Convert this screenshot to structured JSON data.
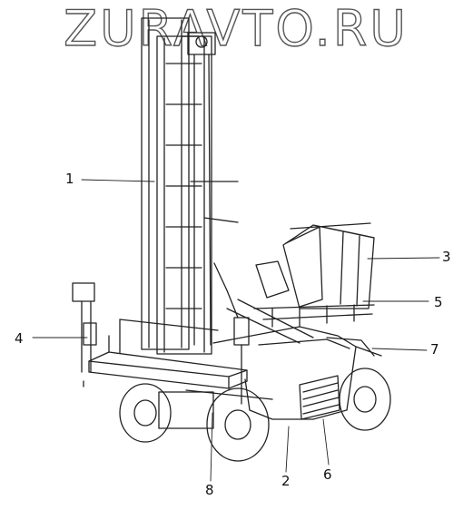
{
  "watermark": {
    "text": "ZURAVTO.RU"
  },
  "callouts": [
    {
      "id": "1",
      "label": "1"
    },
    {
      "id": "2",
      "label": "2"
    },
    {
      "id": "3",
      "label": "3"
    },
    {
      "id": "4",
      "label": "4"
    },
    {
      "id": "5",
      "label": "5"
    },
    {
      "id": "6",
      "label": "6"
    },
    {
      "id": "7",
      "label": "7"
    },
    {
      "id": "8",
      "label": "8"
    }
  ],
  "colors": {
    "line": "#222222",
    "watermark_stroke": "#555555",
    "background": "#ffffff"
  }
}
